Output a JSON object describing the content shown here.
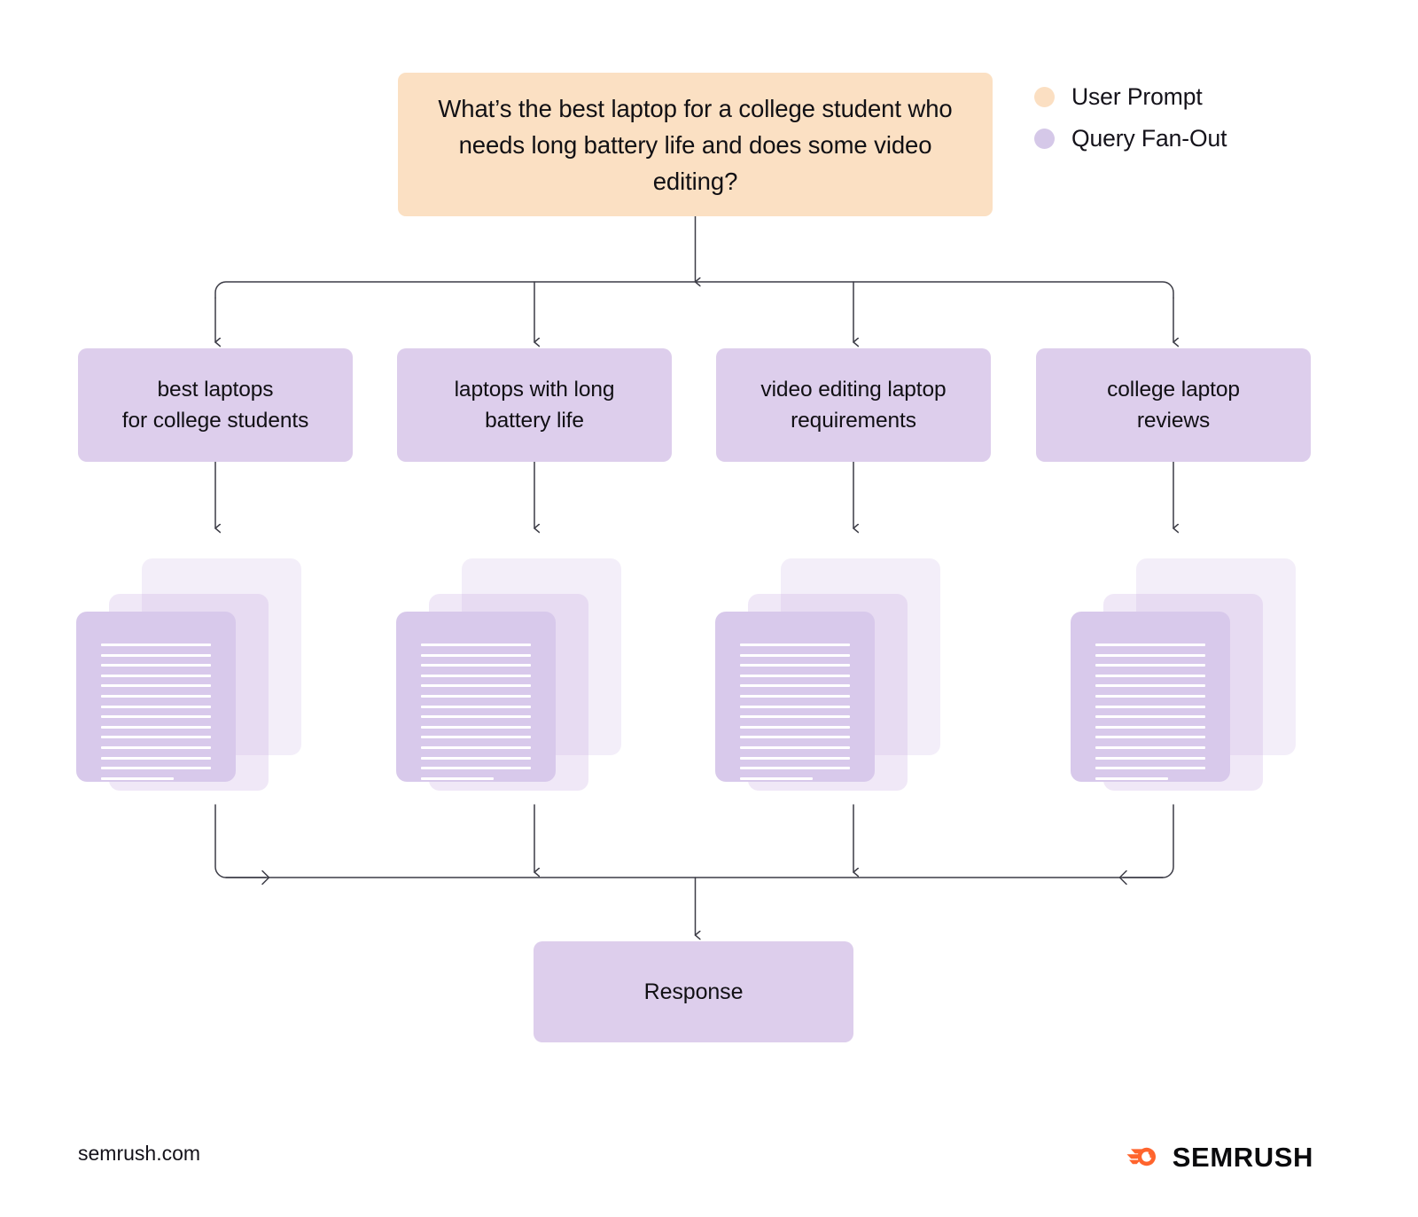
{
  "prompt": {
    "text": "What’s the best laptop for a college student who needs long battery life and does some video editing?",
    "color": "#FBE0C3"
  },
  "legend": {
    "items": [
      {
        "label": "User Prompt",
        "color": "#FBDFC2",
        "icon": "legend-dot-icon"
      },
      {
        "label": "Query Fan-Out",
        "color": "#D5C8E8",
        "icon": "legend-dot-icon"
      }
    ]
  },
  "fanout": {
    "color": "#DDCEEC",
    "queries": [
      {
        "label": "best laptops\nfor college students",
        "line1": "best laptops",
        "line2": "for college students"
      },
      {
        "label": "laptops with long\nbattery life",
        "line1": "laptops with long",
        "line2": "battery life"
      },
      {
        "label": "video editing laptop\nrequirements",
        "line1": "video editing laptop",
        "line2": "requirements"
      },
      {
        "label": "college laptop\nreviews",
        "line1": "college laptop",
        "line2": "reviews"
      }
    ]
  },
  "documents": {
    "stack_count": 4,
    "sheets_per_stack": 3,
    "text_lines_per_sheet": 14,
    "icon": "document-stack-icon",
    "color": "#D8C9EB"
  },
  "response": {
    "label": "Response",
    "color": "#DDCEEC"
  },
  "footer": {
    "url": "semrush.com",
    "brand": "SEMRUSH",
    "brand_color": "#FF642D",
    "logo_icon": "semrush-comet-icon"
  },
  "chart_data": {
    "type": "diagram",
    "title": "Query Fan-Out",
    "nodes": [
      {
        "id": "prompt",
        "type": "user-prompt",
        "text": "What’s the best laptop for a college student who needs long battery life and does some video editing?"
      },
      {
        "id": "q1",
        "type": "query-fan-out",
        "text": "best laptops for college students"
      },
      {
        "id": "q2",
        "type": "query-fan-out",
        "text": "laptops with long battery life"
      },
      {
        "id": "q3",
        "type": "query-fan-out",
        "text": "video editing laptop requirements"
      },
      {
        "id": "q4",
        "type": "query-fan-out",
        "text": "college laptop reviews"
      },
      {
        "id": "d1",
        "type": "documents",
        "text": ""
      },
      {
        "id": "d2",
        "type": "documents",
        "text": ""
      },
      {
        "id": "d3",
        "type": "documents",
        "text": ""
      },
      {
        "id": "d4",
        "type": "documents",
        "text": ""
      },
      {
        "id": "response",
        "type": "response",
        "text": "Response"
      }
    ],
    "edges": [
      {
        "from": "prompt",
        "to": "q1"
      },
      {
        "from": "prompt",
        "to": "q2"
      },
      {
        "from": "prompt",
        "to": "q3"
      },
      {
        "from": "prompt",
        "to": "q4"
      },
      {
        "from": "q1",
        "to": "d1"
      },
      {
        "from": "q2",
        "to": "d2"
      },
      {
        "from": "q3",
        "to": "d3"
      },
      {
        "from": "q4",
        "to": "d4"
      },
      {
        "from": "d1",
        "to": "response"
      },
      {
        "from": "d2",
        "to": "response"
      },
      {
        "from": "d3",
        "to": "response"
      },
      {
        "from": "d4",
        "to": "response"
      }
    ]
  }
}
